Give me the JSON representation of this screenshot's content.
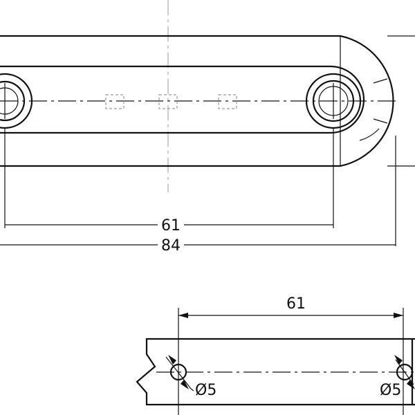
{
  "drawing": {
    "top_view": {
      "dimensions": {
        "hole_spacing": "61",
        "overall_length": "84"
      }
    },
    "side_view": {
      "dimensions": {
        "hole_spacing": "61",
        "hole_diameter_left": "Ø5",
        "hole_diameter_right": "Ø5"
      }
    }
  }
}
